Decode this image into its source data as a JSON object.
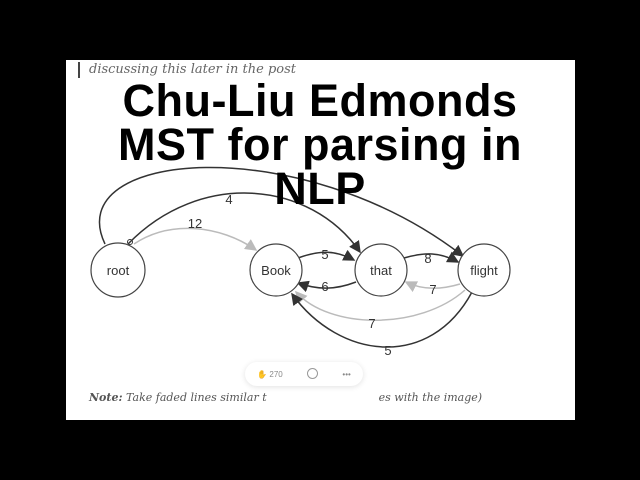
{
  "title_lines": [
    "Chu-Liu Edmonds",
    "MST for parsing in",
    "NLP"
  ],
  "article": {
    "faded_line_2": "discussing this later in the post",
    "note_label": "Note:",
    "note_start": "Take faded lines similar t",
    "note_end": "es with the image)"
  },
  "toolbar": {
    "clap_icon": "clap-icon",
    "clap_count": "270",
    "comment_icon": "comment-icon",
    "more_label": "•••"
  },
  "graph": {
    "nodes": [
      "root",
      "Book",
      "that",
      "flight"
    ],
    "edge_labels": {
      "root_that": "4",
      "root_book": "12",
      "book_that": "5",
      "that_book": "6",
      "that_flight": "8",
      "flight_that": "7",
      "flight_book_faded": "7",
      "flight_book": "5"
    },
    "colors": {
      "dark": "#333333",
      "faded": "#bbbbbb"
    }
  }
}
